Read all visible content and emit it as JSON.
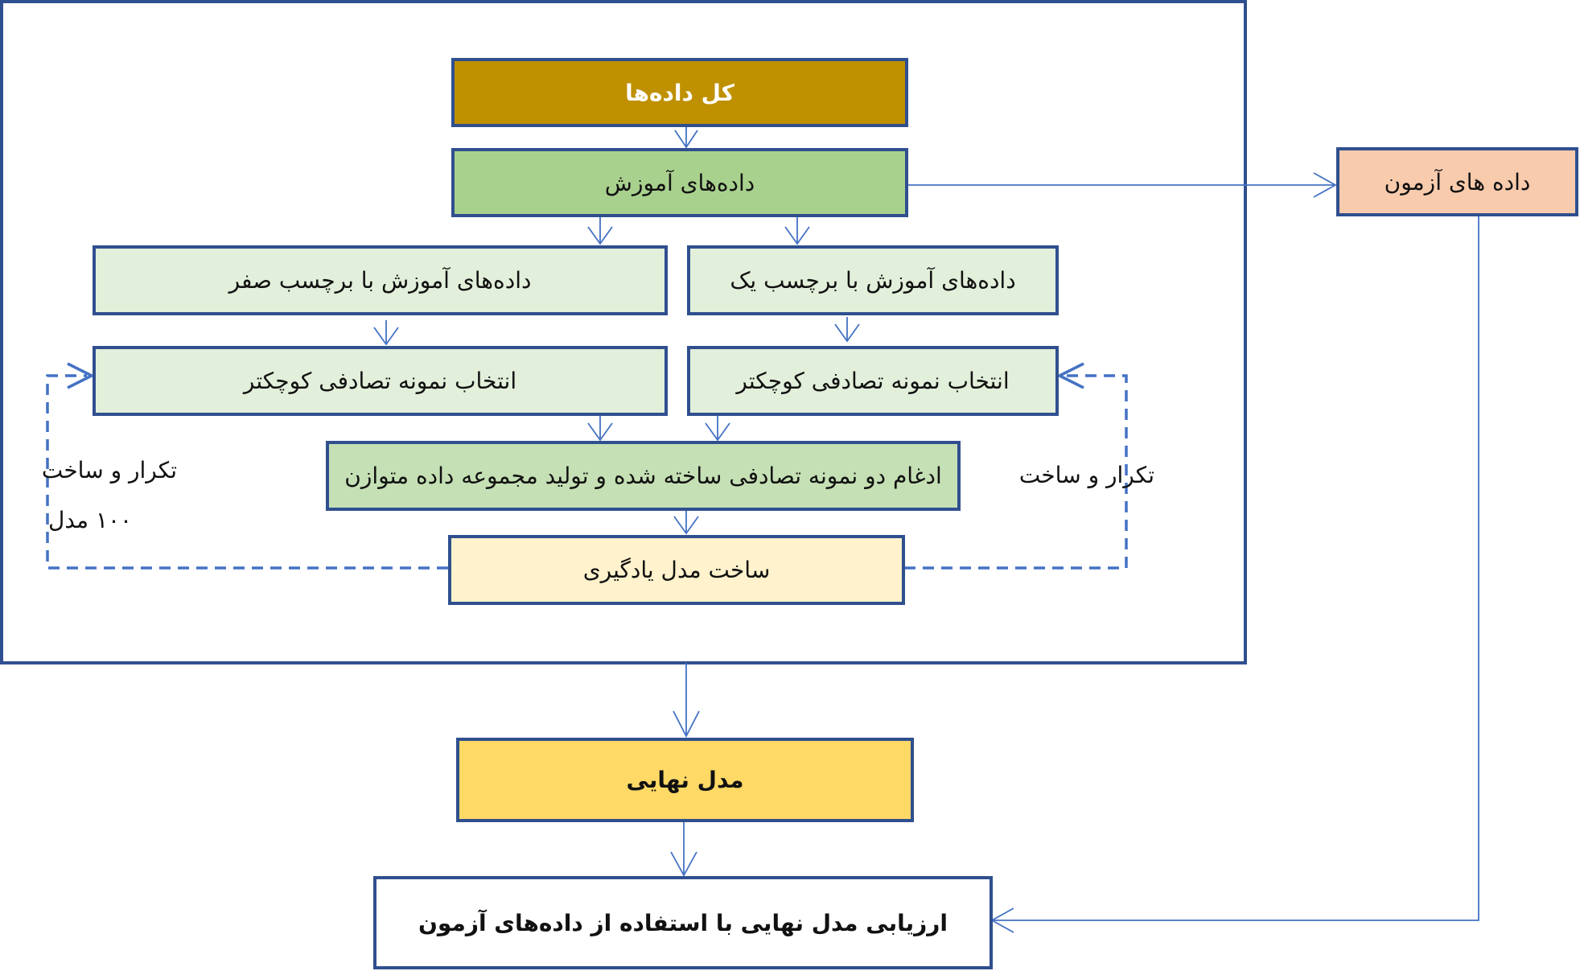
{
  "colors": {
    "frame_border": "#2f4f8f",
    "connector": "#4472c4",
    "all_data": "#bf9000",
    "training": "#a9d18e",
    "light_green": "#e2efda",
    "merge": "#c5e0b4",
    "learning_model": "#fff2cc",
    "final_model": "#ffd966",
    "test_data": "#f8cbad",
    "evaluation": "#ffffff"
  },
  "nodes": {
    "all_data": "کل داده‌ها",
    "training_data": "داده‌های آموزش",
    "test_data": "داده های آزمون",
    "train_label_zero": "داده‌های آموزش با برچسب صفر",
    "train_label_one": "داده‌های آموزش با برچسب یک",
    "sample_left": "انتخاب نمونه تصادفی کوچکتر",
    "sample_right": "انتخاب نمونه تصادفی کوچکتر",
    "merge": "ادغام دو نمونه تصادفی ساخته شده و تولید مجموعه داده متوازن",
    "build_model": "ساخت مدل یادگیری",
    "final_model": "مدل نهایی",
    "evaluation": "ارزیابی مدل نهایی با استفاده از داده‌های آزمون"
  },
  "loop_labels": {
    "left_line1": "تکرار و ساخت",
    "left_line2": "۱۰۰ مدل",
    "right": "تکرار و ساخت"
  }
}
